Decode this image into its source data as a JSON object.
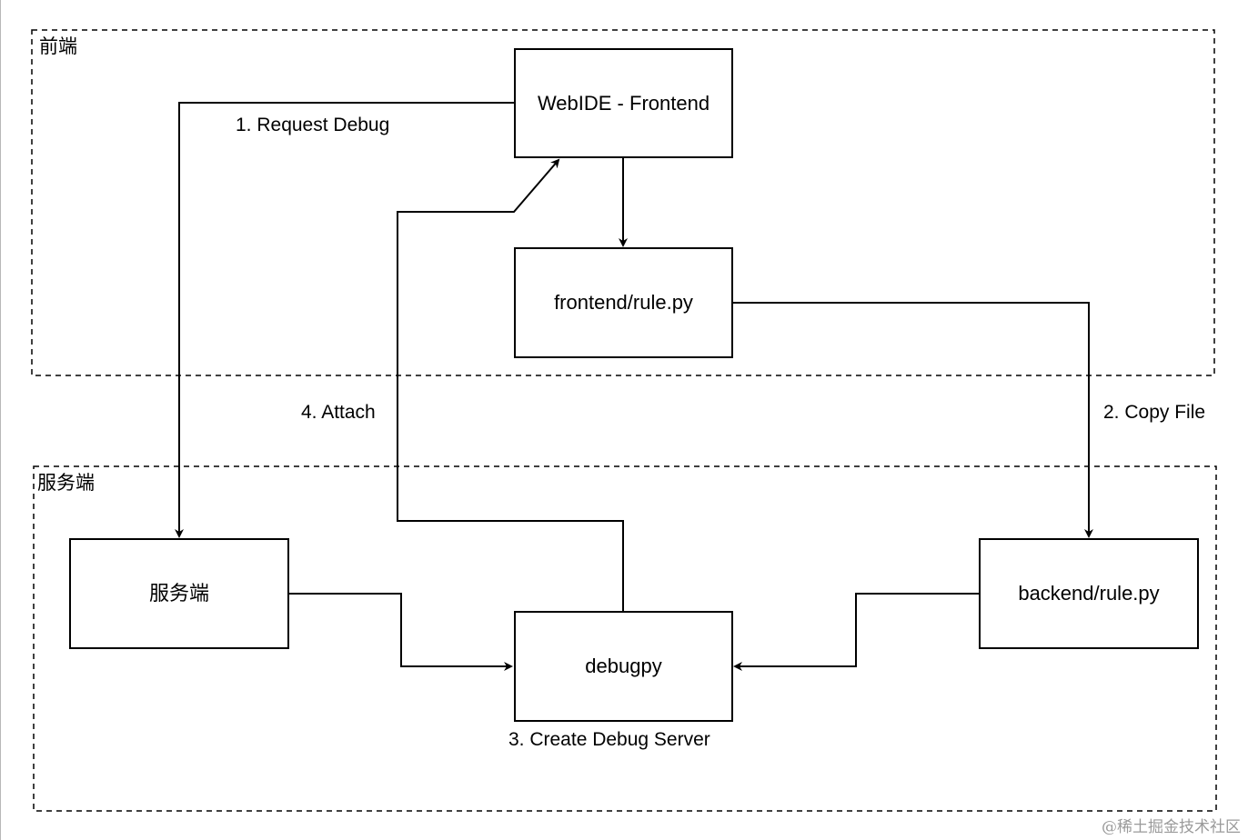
{
  "groups": {
    "frontend": {
      "label": "前端"
    },
    "backend": {
      "label": "服务端"
    }
  },
  "nodes": {
    "webide_frontend": "WebIDE - Frontend",
    "frontend_rule": "frontend/rule.py",
    "server": "服务端",
    "debugpy": "debugpy",
    "backend_rule": "backend/rule.py"
  },
  "edge_labels": {
    "request_debug": "1. Request  Debug",
    "copy_file": "2. Copy File",
    "create_debug_server": "3. Create Debug Server",
    "attach": "4. Attach"
  },
  "watermark": "@稀土掘金技术社区"
}
